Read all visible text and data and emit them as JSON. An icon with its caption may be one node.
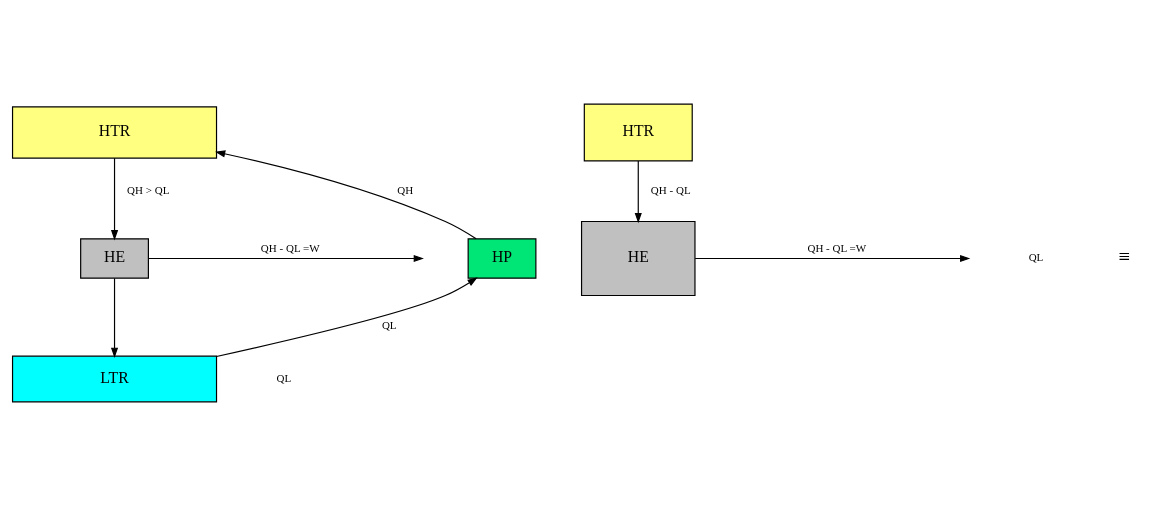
{
  "diagram": {
    "nodes": [
      {
        "text": [
          "HTR"
        ]
      },
      {
        "text": [
          "HP"
        ]
      },
      {
        "text": [
          "HE"
        ]
      },
      {
        "text": [
          "LTR"
        ]
      },
      {
        "text": [
          "HTR"
        ]
      },
      {
        "text": [
          "HE"
        ]
      }
    ],
    "edges": [
      {
        "from": 1,
        "to": 0,
        "arrow": "to",
        "label": "QH"
      },
      {
        "from": 0,
        "to": 2,
        "arrow": "to",
        "label": "QH > QL"
      },
      {
        "from": 2,
        "to": null,
        "arrow": "to",
        "label": "QH - QL =W"
      },
      {
        "from": 3,
        "to": 1,
        "arrow": "to",
        "label": "QL"
      },
      {
        "from": 2,
        "to": 3,
        "arrow": "to"
      },
      {
        "from": 4,
        "to": 5,
        "arrow": "to",
        "label": "QH - QL"
      },
      {
        "from": 5,
        "to": null,
        "arrow": "to",
        "label": "QH - QL =W"
      }
    ],
    "labels": [
      "QL",
      "QL",
      "≡"
    ]
  }
}
